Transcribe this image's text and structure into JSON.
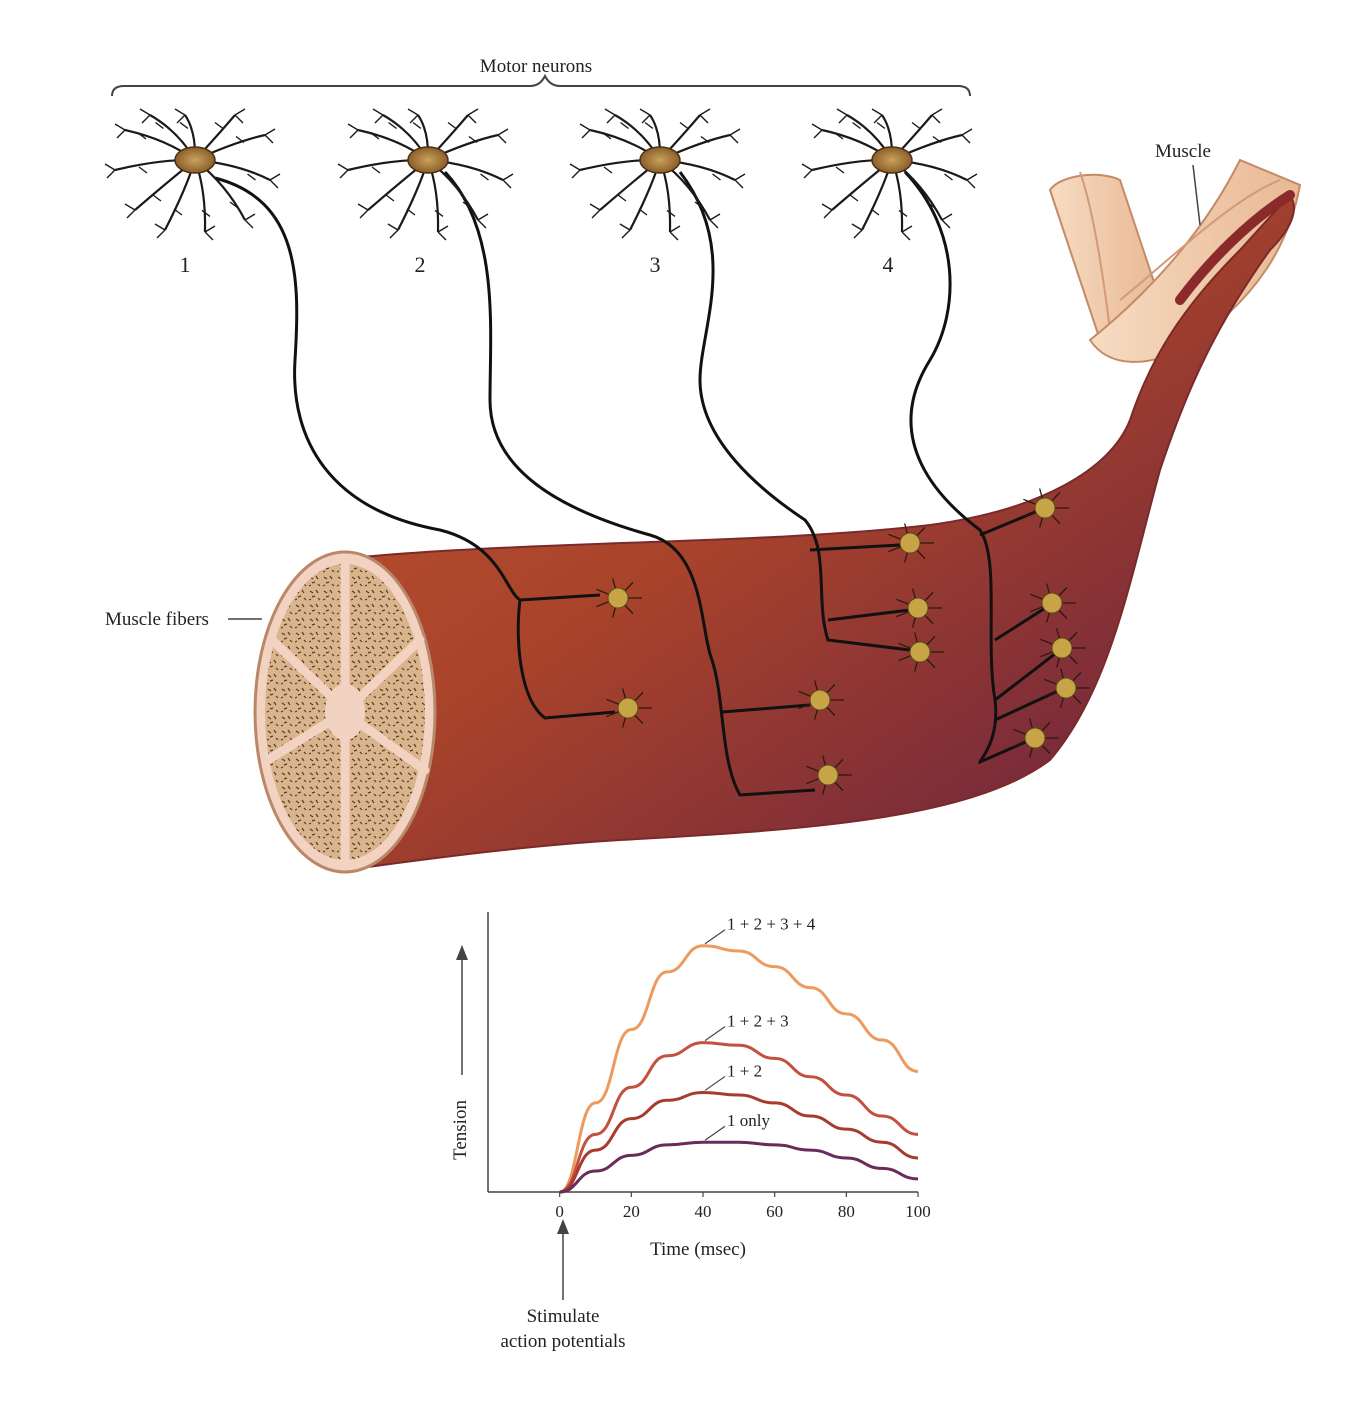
{
  "figure": {
    "motor_neurons_label": "Motor neurons",
    "neuron_numbers": [
      "1",
      "2",
      "3",
      "4"
    ],
    "muscle_label": "Muscle",
    "muscle_fibers_label": "Muscle fibers",
    "stimulate_label_line1": "Stimulate",
    "stimulate_label_line2": "action potentials"
  },
  "colors": {
    "muscle_body": "#b04a2a",
    "muscle_dark": "#5a1f45",
    "cross_section_fill": "#d8b48e",
    "cross_section_border": "#f2d2c0",
    "neuron_body": "#a67a3a",
    "endplate": "#c7a445",
    "nerve": "#111111",
    "curve_1234": "#ee9a5e",
    "curve_123": "#c2513d",
    "curve_12": "#a83a2e",
    "curve_1": "#6b2a5a"
  },
  "chart_data": {
    "type": "line",
    "xlabel": "Time (msec)",
    "ylabel": "Tension",
    "x_ticks": [
      "0",
      "20",
      "40",
      "60",
      "80",
      "100"
    ],
    "xlim": [
      -20,
      100
    ],
    "ylim": [
      0,
      1
    ],
    "x": [
      0,
      10,
      20,
      30,
      40,
      50,
      60,
      70,
      80,
      90,
      100
    ],
    "series": [
      {
        "name": "1 + 2 + 3 + 4",
        "color_key": "curve_1234",
        "values": [
          0,
          0.34,
          0.62,
          0.84,
          0.94,
          0.92,
          0.86,
          0.78,
          0.68,
          0.58,
          0.46
        ]
      },
      {
        "name": "1 + 2 + 3",
        "color_key": "curve_123",
        "values": [
          0,
          0.22,
          0.4,
          0.52,
          0.57,
          0.56,
          0.51,
          0.44,
          0.37,
          0.29,
          0.22
        ]
      },
      {
        "name": "1 + 2",
        "color_key": "curve_12",
        "values": [
          0,
          0.16,
          0.28,
          0.35,
          0.38,
          0.37,
          0.34,
          0.29,
          0.24,
          0.19,
          0.13
        ]
      },
      {
        "name": "1 only",
        "color_key": "curve_1",
        "values": [
          0,
          0.08,
          0.14,
          0.18,
          0.19,
          0.19,
          0.18,
          0.16,
          0.13,
          0.09,
          0.05
        ]
      }
    ]
  }
}
